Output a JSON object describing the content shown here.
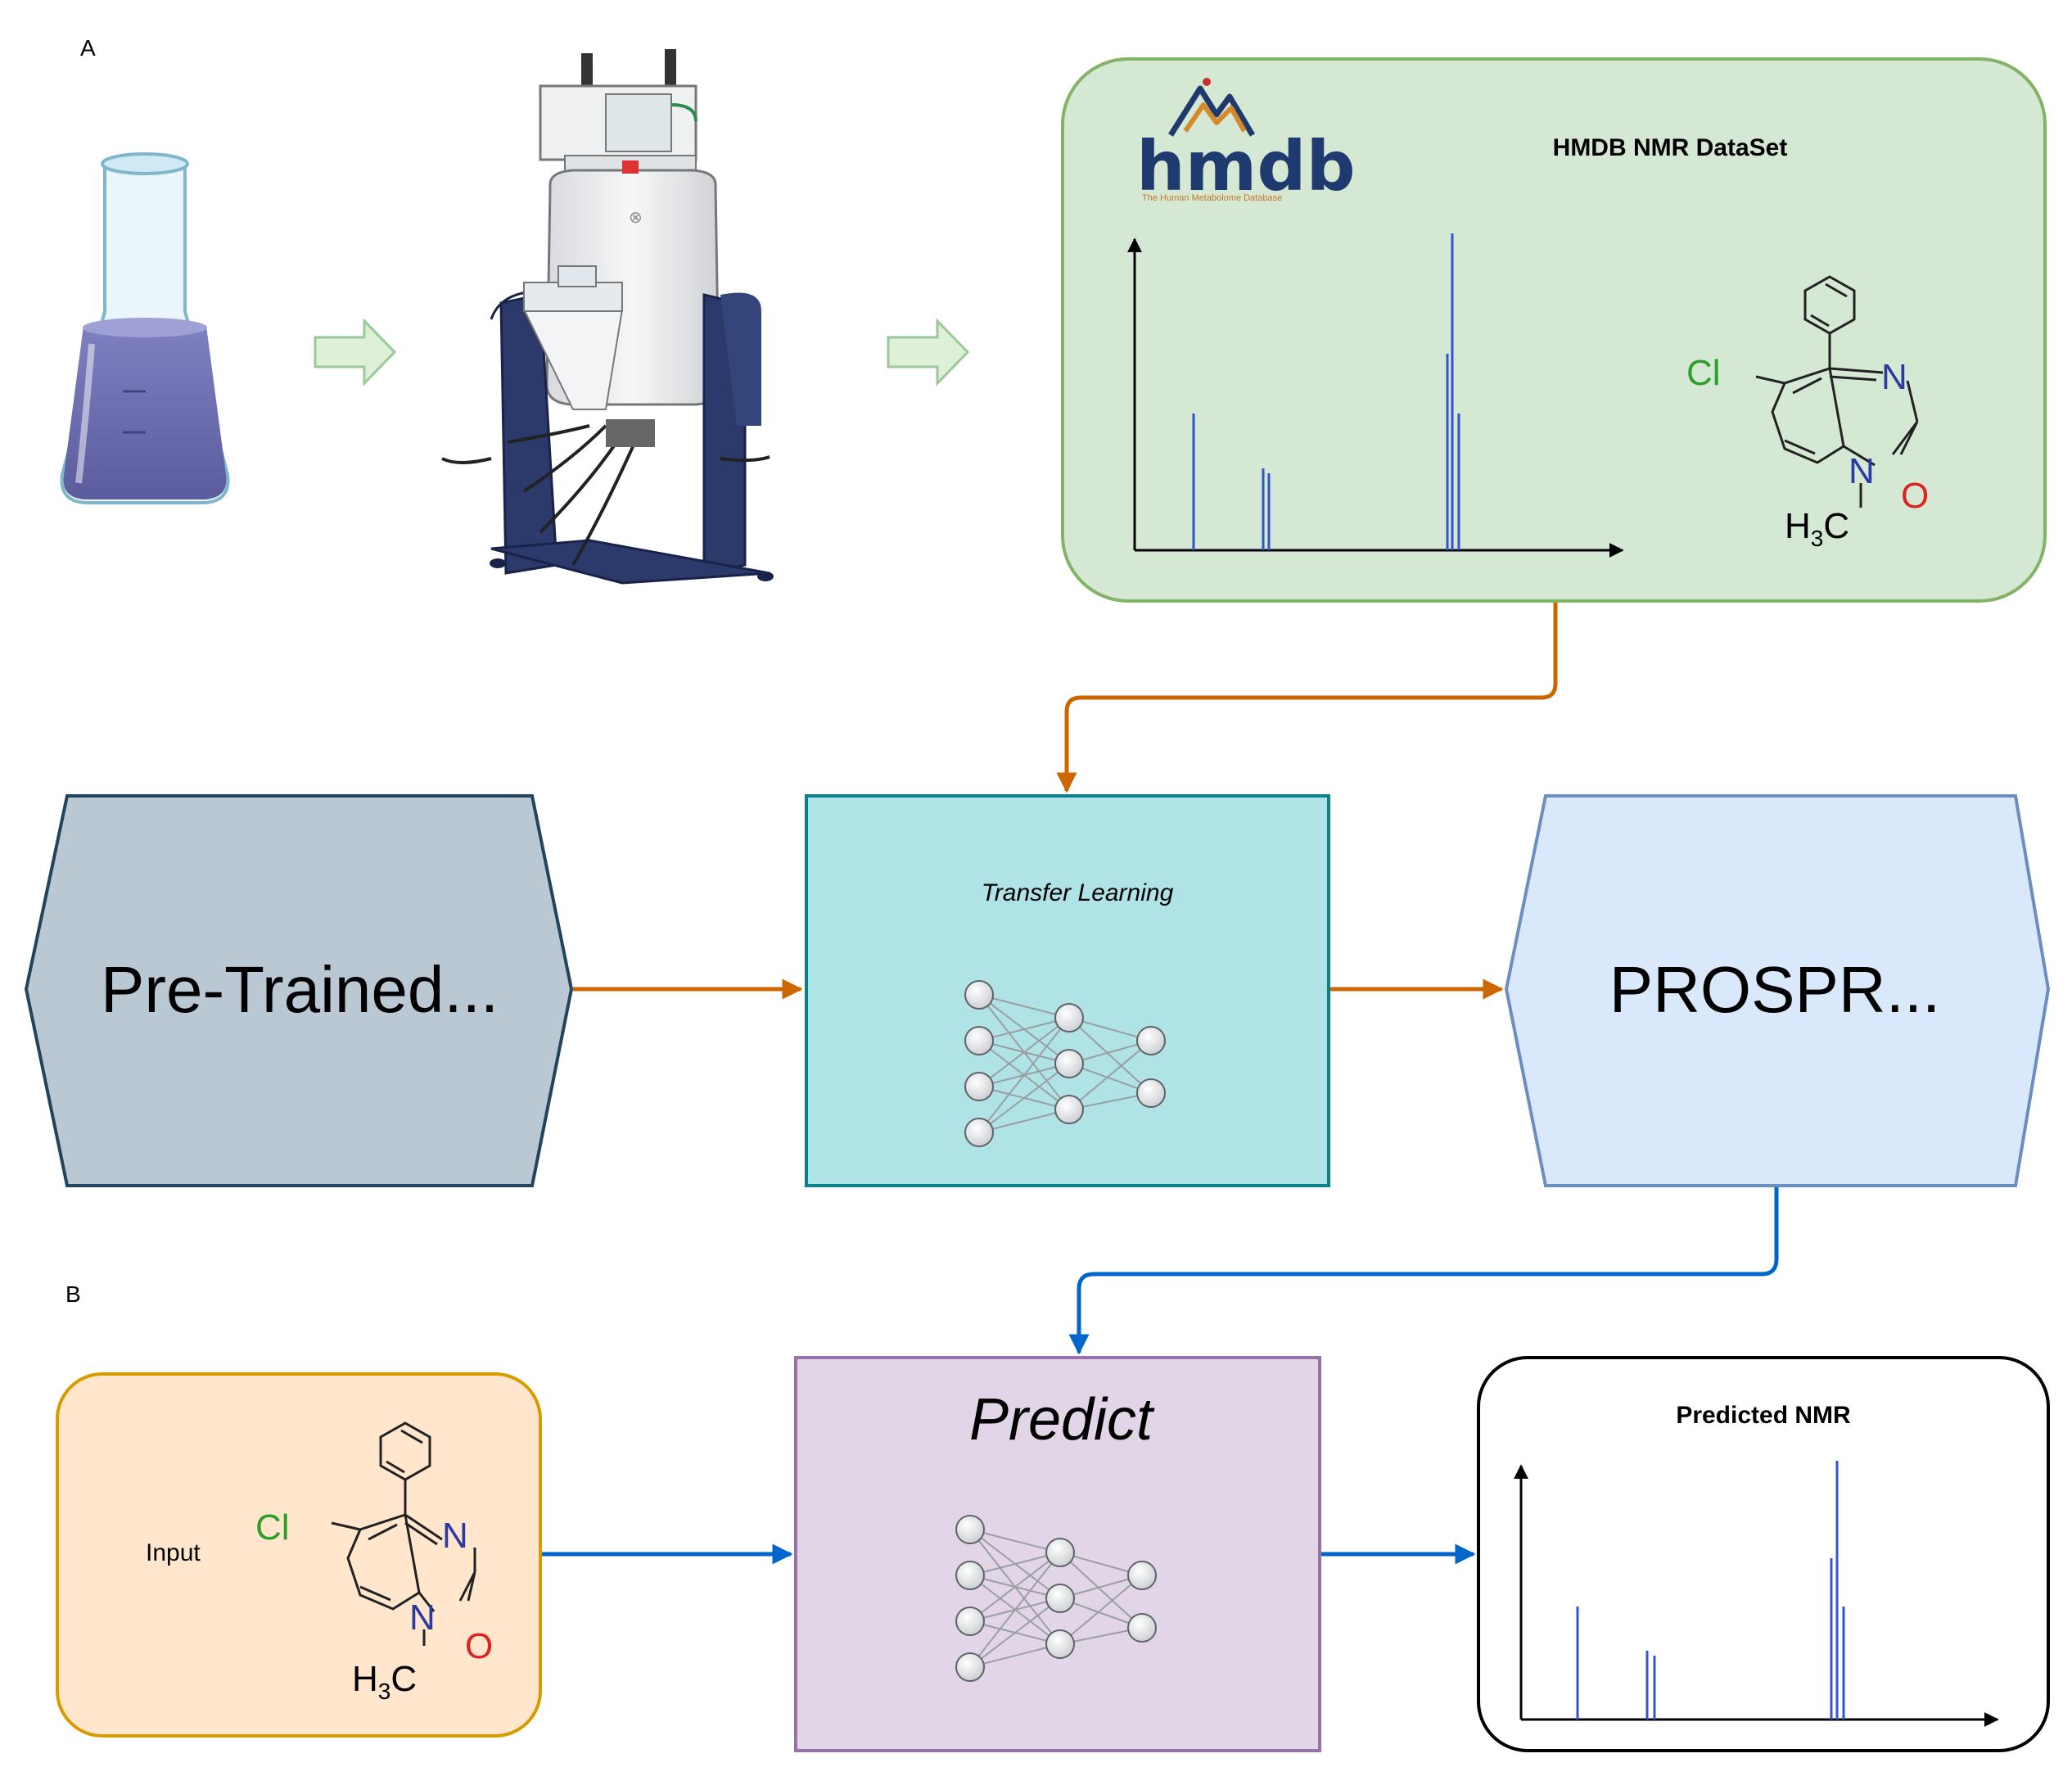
{
  "panels": {
    "a_label": "A",
    "b_label": "B"
  },
  "dataset": {
    "title": "HMDB NMR DataSet",
    "logo_text": "hmdb",
    "logo_subtitle": "The Human Metabolome Database"
  },
  "pretrained": {
    "label": "Pre-Trained..."
  },
  "transfer": {
    "label": "Transfer Learning"
  },
  "prospr": {
    "label": "PROSPR..."
  },
  "input": {
    "label": "Input"
  },
  "predict": {
    "label": "Predict"
  },
  "predicted": {
    "title": "Predicted NMR"
  },
  "molecule": {
    "cl": "Cl",
    "n_top": "N",
    "n_bottom": "N",
    "o": "O",
    "ch3_h": "H",
    "ch3_sub": "3",
    "ch3_c": "C"
  },
  "colors": {
    "dataset_fill": "#d5e8d4",
    "dataset_stroke": "#82b366",
    "pretrained_fill": "#bac8d3",
    "pretrained_stroke": "#23445d",
    "transfer_fill": "#b0e3e6",
    "transfer_stroke": "#0e8088",
    "prospr_fill": "#dae8fc",
    "prospr_stroke": "#6c8ebf",
    "input_fill": "#ffe6cc",
    "input_stroke": "#d79b00",
    "predict_fill": "#e1d5e7",
    "predict_stroke": "#9673a6",
    "orange_arrow": "#cc6600",
    "blue_arrow": "#0066cc",
    "peak": "#3355cc"
  }
}
